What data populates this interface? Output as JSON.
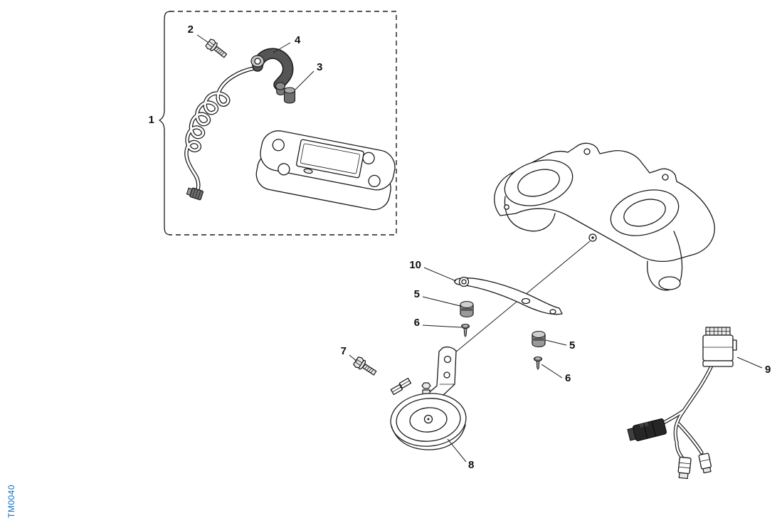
{
  "diagram": {
    "type": "exploded-parts-diagram",
    "drawing_code": "TM0040",
    "line_color": "#1b1b1b",
    "watermark_color": "#0a6ec6",
    "background": "#ffffff",
    "callouts": {
      "kit_group": "1",
      "sensor_screw": "2",
      "sensor_bushing": "3",
      "speed_sensor": "4",
      "damper_upper": "5",
      "damper_screw_upper": "6",
      "horn_bolt": "7",
      "horn": "8",
      "wiring_harness": "9",
      "instrument_bracket": "10",
      "damper_lower": "5",
      "damper_screw_lower": "6"
    }
  }
}
